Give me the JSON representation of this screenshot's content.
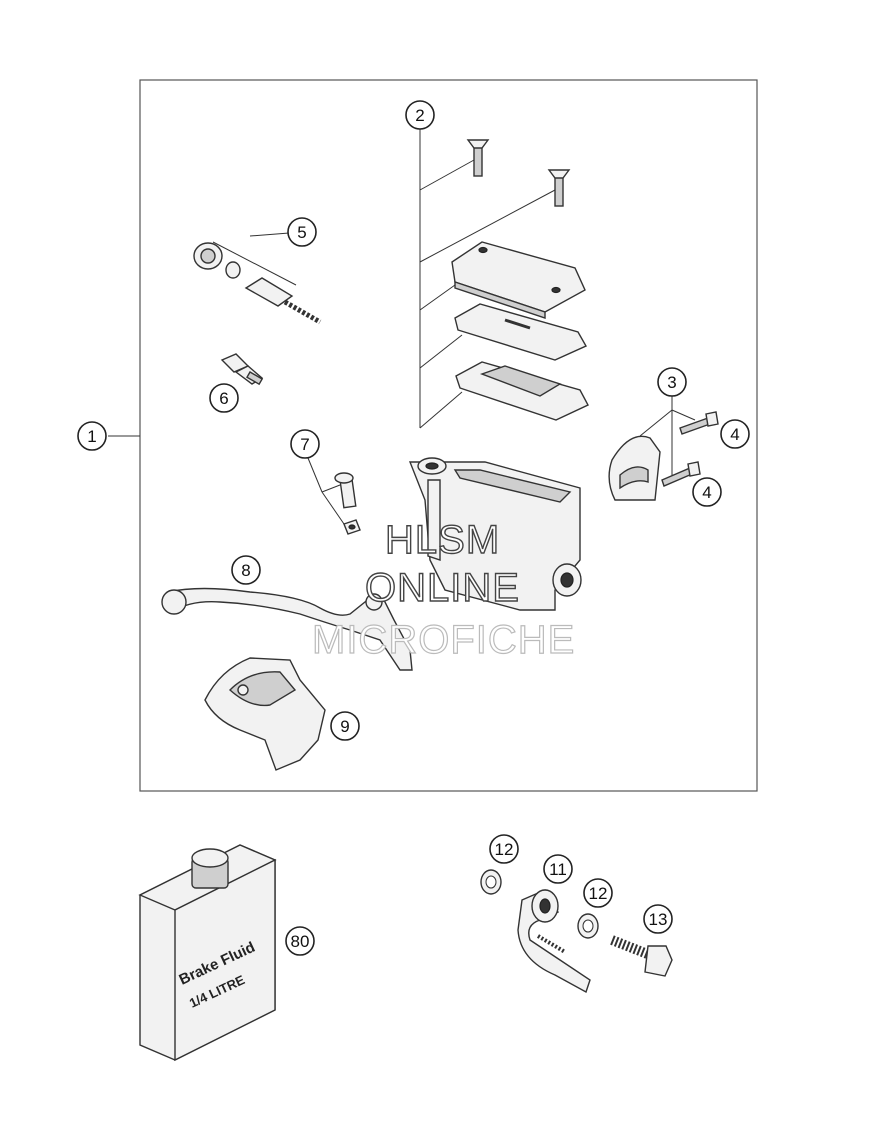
{
  "callouts": {
    "c1": "1",
    "c2": "2",
    "c3": "3",
    "c4a": "4",
    "c4b": "4",
    "c5": "5",
    "c6": "6",
    "c7": "7",
    "c8": "8",
    "c9": "9",
    "c11": "11",
    "c12a": "12",
    "c12b": "12",
    "c13": "13",
    "c80": "80"
  },
  "bottle": {
    "line1": "Brake Fluid",
    "line2": "1/4 LITRE"
  },
  "watermark": {
    "line1": "HLSM",
    "line2": "ONLINE",
    "line3": "MICROFICHE"
  }
}
